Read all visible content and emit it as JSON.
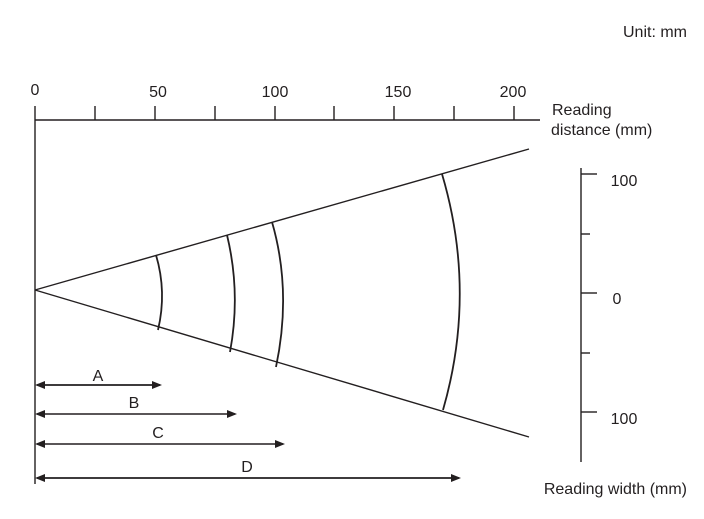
{
  "unit_label": "Unit: mm",
  "top_axis": {
    "ticks": [
      "0",
      "50",
      "100",
      "150",
      "200"
    ],
    "title_line1": "Reading",
    "title_line2": "distance (mm)"
  },
  "right_axis": {
    "ticks": [
      "100",
      "0",
      "100"
    ],
    "title": "Reading width (mm)"
  },
  "dimensions": [
    "A",
    "B",
    "C",
    "D"
  ],
  "colors": {
    "ink": "#231f20"
  }
}
